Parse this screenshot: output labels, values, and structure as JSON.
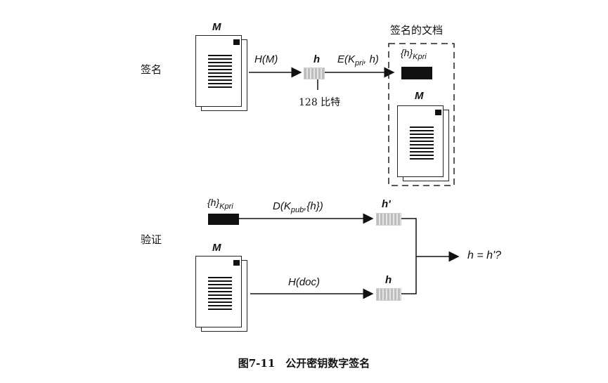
{
  "sign_label": "签名",
  "verify_label": "验证",
  "signed_doc_label": "签名的文档",
  "doc_label_m": "M",
  "hash_fn": "H(M)",
  "hash_h": "h",
  "bits_label": "128 比特",
  "encrypt_fn": "E(K",
  "encrypt_sub": "pri",
  "encrypt_tail": ", h)",
  "signed_hash_pre": "{h}",
  "signed_hash_sub": "Kpri",
  "decrypt_fn": "D(K",
  "decrypt_sub": "pub",
  "decrypt_tail": ",{h})",
  "h_prime": "h'",
  "hdoc_fn": "H(doc)",
  "compare": "h = h'?",
  "caption": "图7-11　公开密钥数字签名"
}
